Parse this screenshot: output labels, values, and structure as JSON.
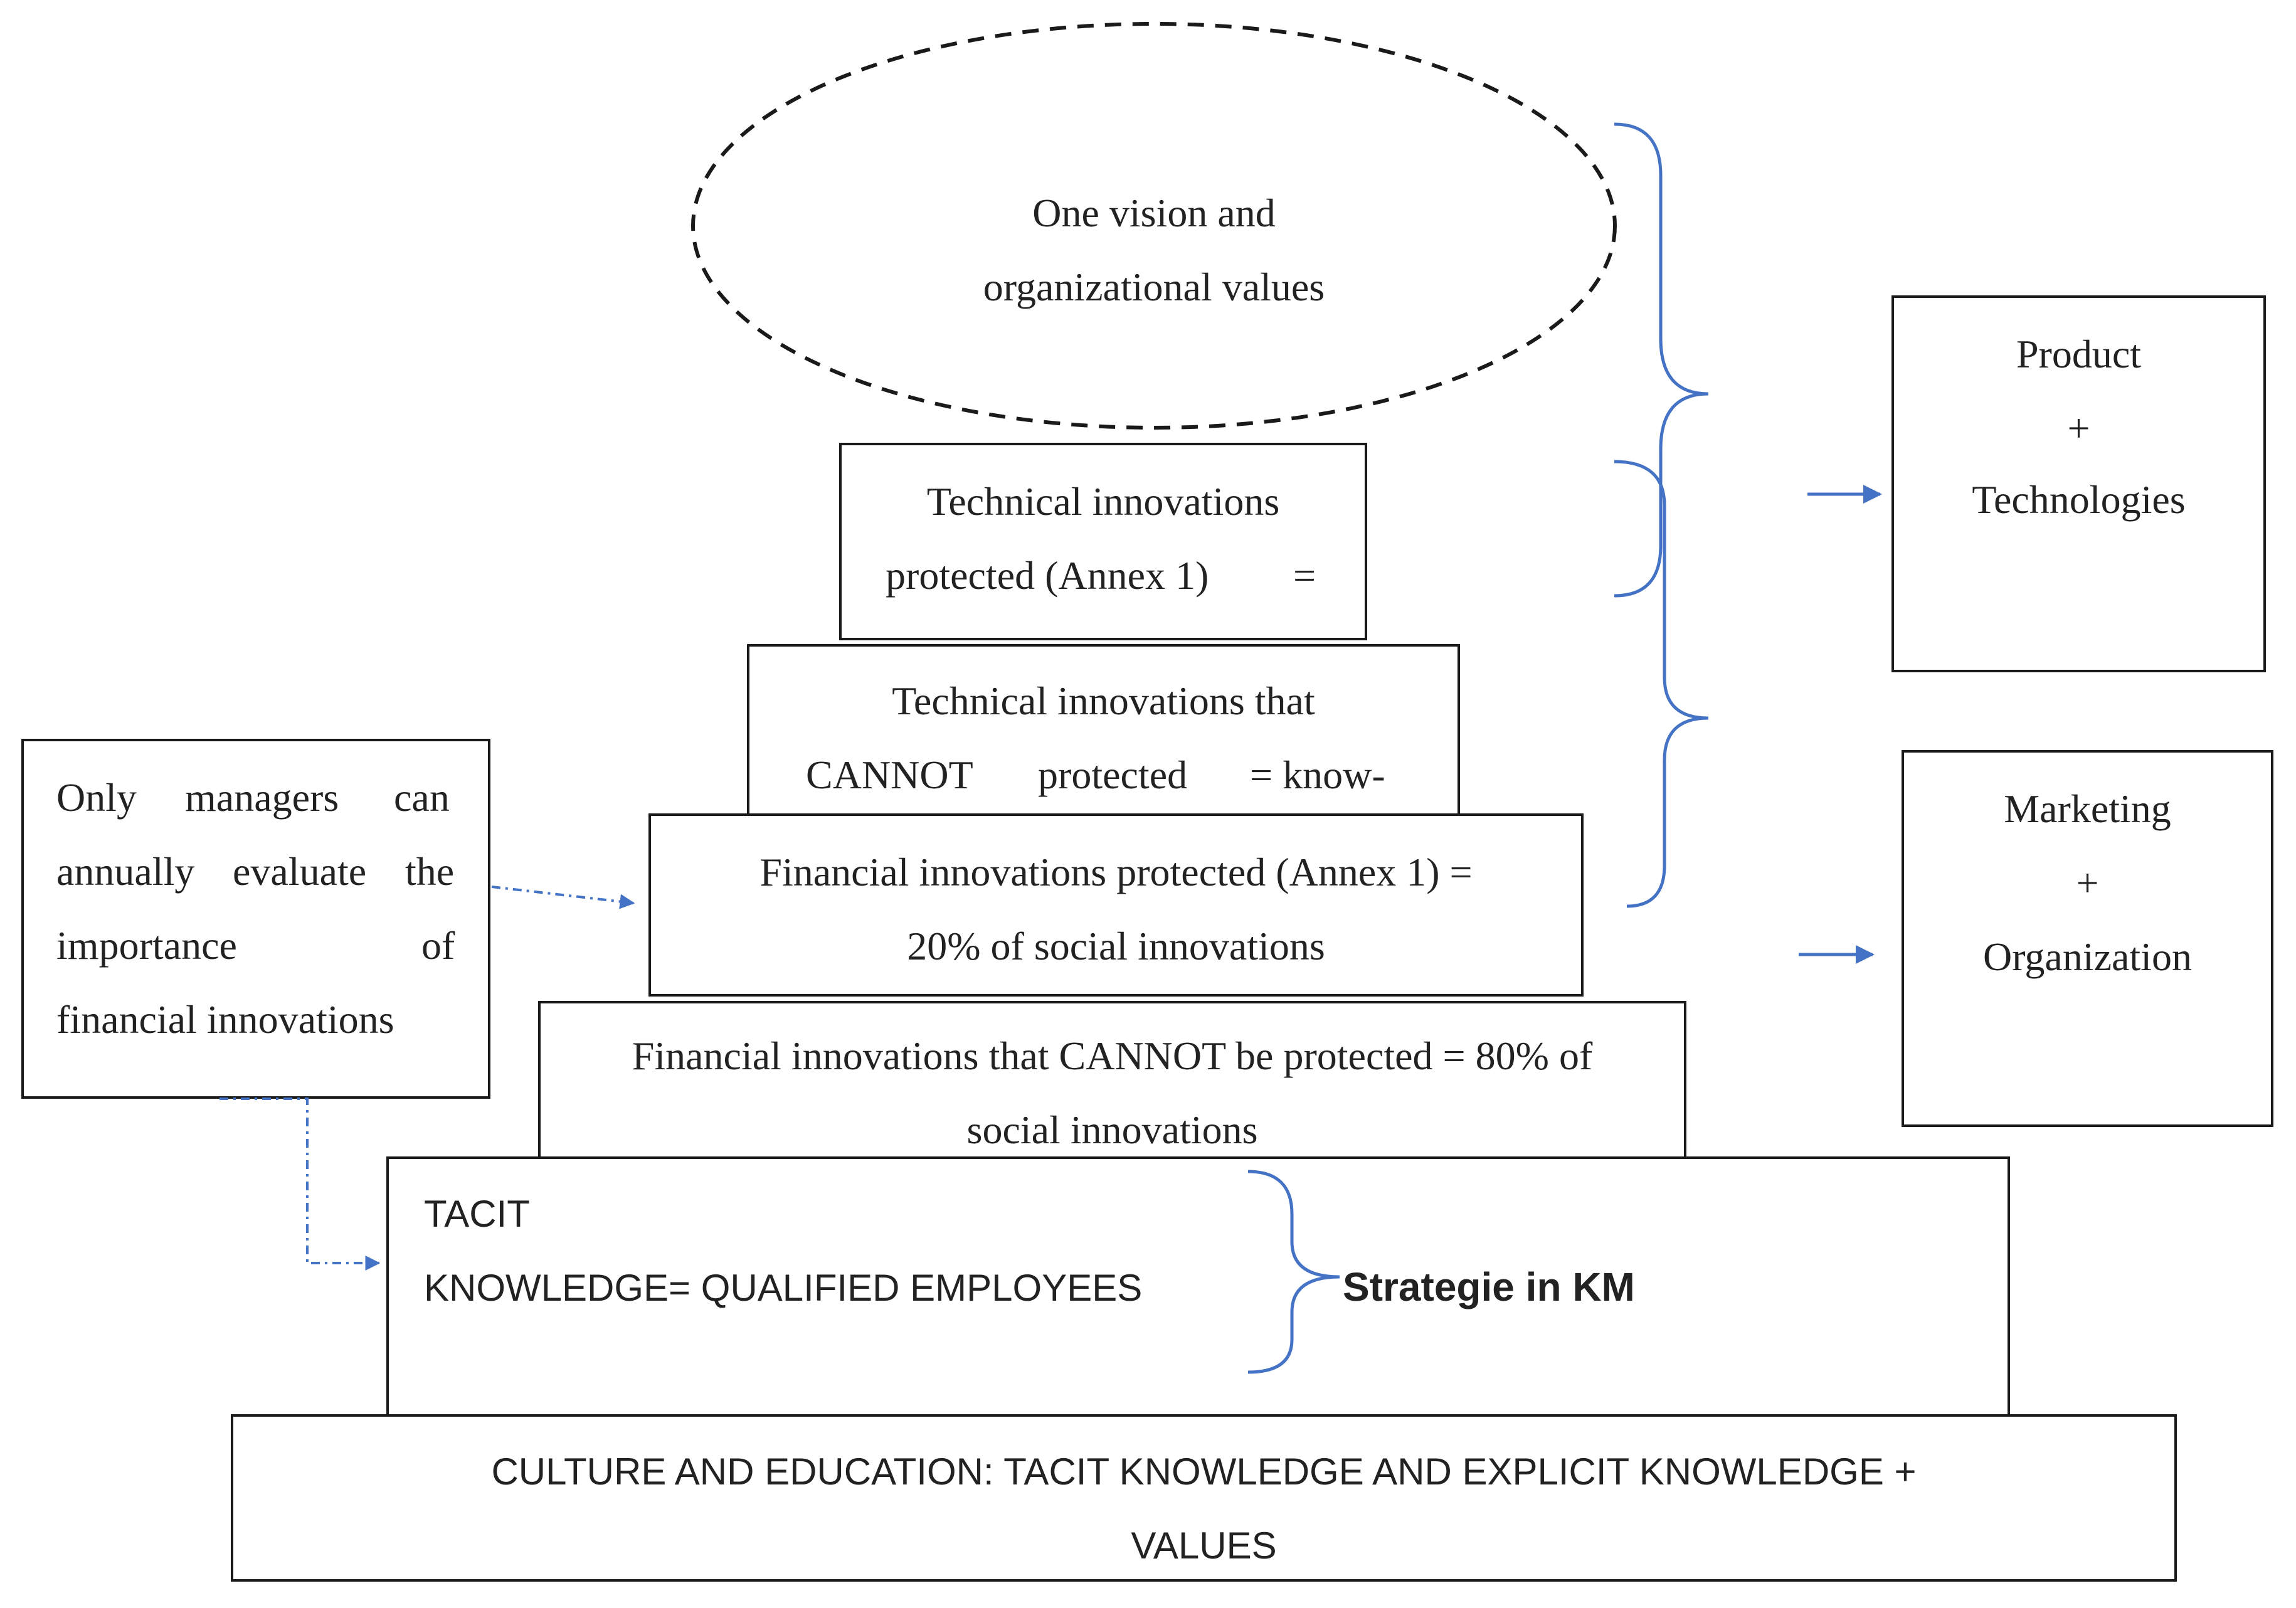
{
  "vision": {
    "line1": "One vision and",
    "line2": "organizational values"
  },
  "technical_protected": {
    "line1": "Technical innovations",
    "line2": "protected (Annex 1)",
    "eq": "="
  },
  "technical_unprotected": {
    "line1": "Technical innovations that",
    "line2a": "CANNOT",
    "line2b": "protected",
    "line2c": "= know-"
  },
  "financial_protected": {
    "line1": "Financial innovations protected (Annex 1) =",
    "line2": "20% of social innovations"
  },
  "financial_unprotected": {
    "line1": "Financial innovations that CANNOT be protected = 80% of",
    "line2": "social innovations"
  },
  "tacit": {
    "line1": "TACIT",
    "line2": "KNOWLEDGE= QUALIFIED EMPLOYEES"
  },
  "strategy_label": "Strategie in KM",
  "culture": {
    "line1": "CULTURE AND EDUCATION: TACIT KNOWLEDGE AND EXPLICIT KNOWLEDGE +",
    "line2": "VALUES"
  },
  "managers_note": {
    "w1": "Only",
    "w2": "managers",
    "w3": "can",
    "w4": "annually",
    "w5": "evaluate",
    "w6": "the",
    "w7": "importance",
    "w8": "of",
    "line4": "financial innovations"
  },
  "product_box": {
    "line1": "Product",
    "line2": "+",
    "line3": "Technologies"
  },
  "marketing_box": {
    "line1": "Marketing",
    "line2": "+",
    "line3": "Organization"
  },
  "colors": {
    "brace": "#4472c4",
    "arrow": "#4472c4",
    "border": "#1a1a1a",
    "dashed": "#1a1a1a"
  }
}
